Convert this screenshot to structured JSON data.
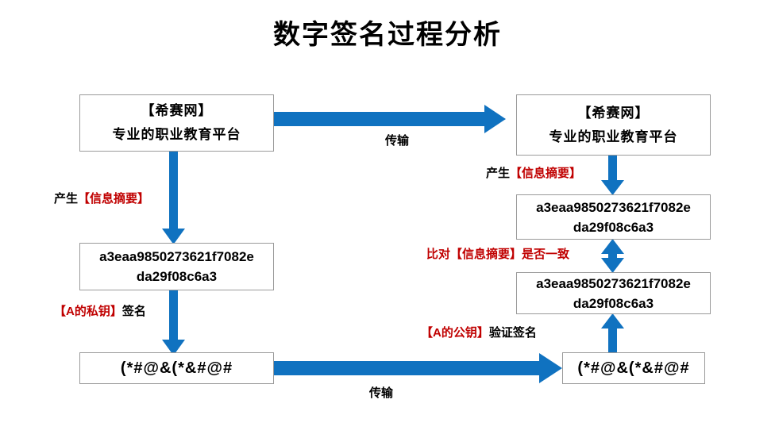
{
  "title": "数字签名过程分析",
  "colors": {
    "arrow_blue": "#1072C0",
    "label_red": "#C00000",
    "box_border": "#9A9A9A",
    "text_black": "#000000",
    "background": "#FFFFFF"
  },
  "diagram": {
    "type": "flowchart",
    "sender_side": {
      "org_box": {
        "line1": "【希赛网】",
        "line2": "专业的职业教育平台"
      },
      "digest_label": {
        "black_prefix": "产生",
        "red_text": "【信息摘要】"
      },
      "hash_box": {
        "line1": "a3eaa9850273621f7082e",
        "line2": "da29f08c6a3"
      },
      "sign_label": {
        "red_text": "【A的私钥】",
        "black_suffix": "签名"
      },
      "signature_box": {
        "line1": "(*#@&(*&#@#"
      }
    },
    "receiver_side": {
      "org_box": {
        "line1": "【希赛网】",
        "line2": "专业的职业教育平台"
      },
      "digest_label": {
        "black_prefix": "产生",
        "red_text": "【信息摘要】"
      },
      "hash_box_top": {
        "line1": "a3eaa9850273621f7082e",
        "line2": "da29f08c6a3"
      },
      "compare_label": {
        "red_text": "比对【信息摘要】是否一致"
      },
      "hash_box_bottom": {
        "line1": "a3eaa9850273621f7082e",
        "line2": "da29f08c6a3"
      },
      "verify_label": {
        "red_text": "【A的公钥】",
        "black_suffix": "验证签名"
      },
      "signature_box": {
        "line1": "(*#@&(*&#@#"
      }
    },
    "transmission_top_label": "传输",
    "transmission_bottom_label": "传输"
  }
}
